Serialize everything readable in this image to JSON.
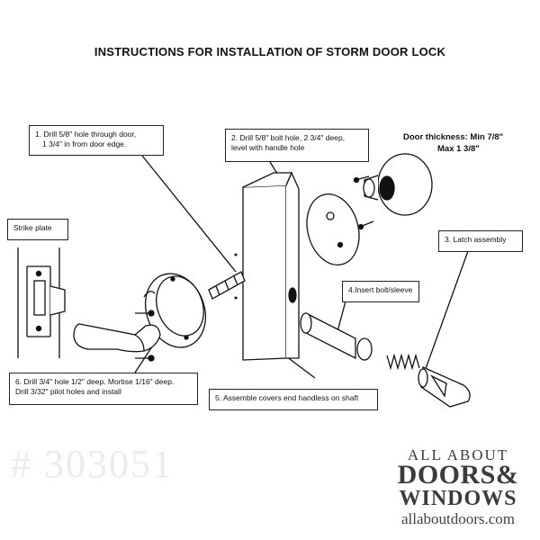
{
  "title": "INSTRUCTIONS FOR INSTALLATION OF STORM DOOR LOCK",
  "door_thickness": {
    "min": "Door thickness: Min 7/8\"",
    "max": "Max 1 3/8\""
  },
  "steps": {
    "step1": [
      "1. Drill 5/8\" hole through door,",
      "1 3/4\" in from door edge."
    ],
    "step2": [
      "2. Drill 5/8\" bolt hole, 2 3/4\" deep,",
      "level with handle hole"
    ],
    "step3": [
      "3. Latch assembly"
    ],
    "step4": [
      "4.Insert bolt/sleeve"
    ],
    "step5": [
      "5. Assemble covers end handless on shaft"
    ],
    "step6": [
      "6. Drill 3/4\" hole 1/2\" deep. Mortise 1/16\" deep.",
      "Drill 3/32\" pilot holes and install"
    ],
    "strike": [
      "Strike plate"
    ]
  },
  "watermark": "# 303051",
  "logo": {
    "line1": "ALL ABOUT",
    "line2": "DOORS&",
    "line3": "WINDOWS",
    "line4": "allaboutdoors.com"
  },
  "colors": {
    "ink": "#111111",
    "watermark": "#ececec",
    "logo": "#3b3b3b"
  }
}
